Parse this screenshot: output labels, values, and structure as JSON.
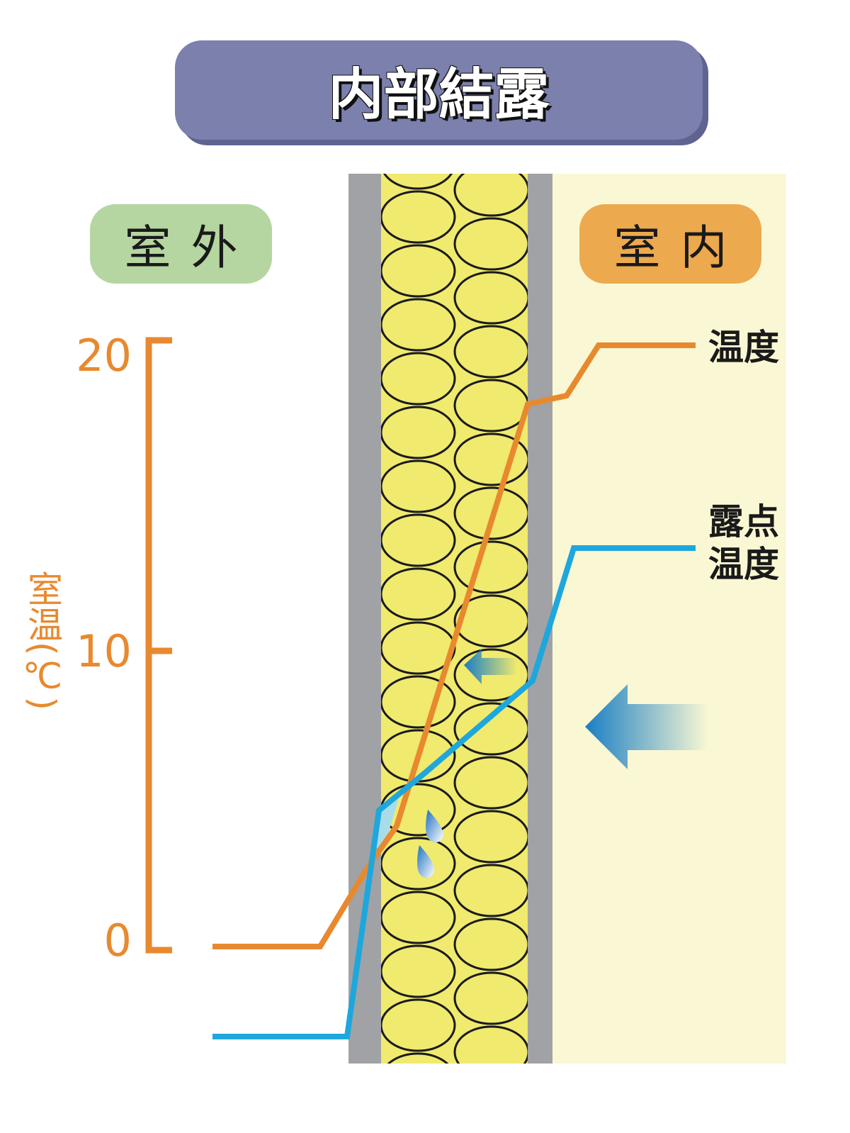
{
  "title": "内部結露",
  "outdoor_label": "室外",
  "indoor_label": "室内",
  "axis": {
    "label": "室温(℃)",
    "ticks": [
      "20",
      "10",
      "0"
    ]
  },
  "legend": {
    "temperature": "温度",
    "dew_point_line1": "露点",
    "dew_point_line2": "温度"
  },
  "colors": {
    "temperature": "#e8892f",
    "dew_point": "#1ea7dc",
    "insulation": "#f0ea6e",
    "wall": "#a0a2a5",
    "indoor": "#faf8d4"
  }
}
